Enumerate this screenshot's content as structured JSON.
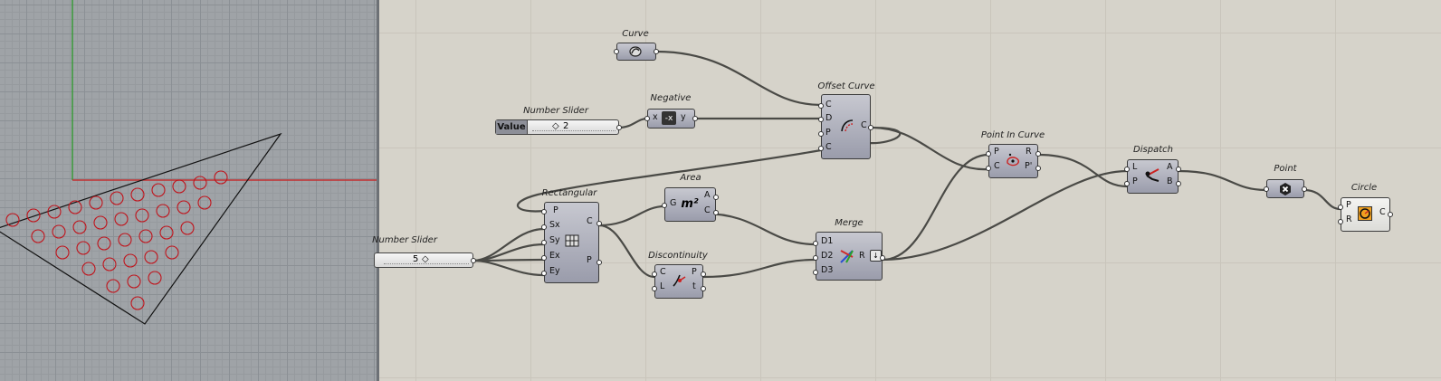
{
  "viewport": {
    "axis_colors": {
      "x": "#c23030",
      "y": "#3a9a3a"
    },
    "circle_color": "#c0141c"
  },
  "components": {
    "curve": {
      "title": "Curve"
    },
    "number_slider_1": {
      "title": "Number Slider",
      "label": "Value",
      "value": "2"
    },
    "negative": {
      "title": "Negative",
      "in": "x",
      "out": "y"
    },
    "offset_curve": {
      "title": "Offset Curve",
      "inputs": [
        "C",
        "D",
        "P",
        "C"
      ],
      "output": "C"
    },
    "rectangular": {
      "title": "Rectangular",
      "inputs": [
        "P",
        "Sx",
        "Sy",
        "Ex",
        "Ey"
      ],
      "outputs": [
        "C",
        "P"
      ]
    },
    "number_slider_2": {
      "title": "Number Slider",
      "value": "5"
    },
    "area": {
      "title": "Area",
      "input": "G",
      "outputs": [
        "A",
        "C"
      ]
    },
    "discontinuity": {
      "title": "Discontinuity",
      "inputs": [
        "C",
        "L"
      ],
      "outputs": [
        "P",
        "t"
      ]
    },
    "merge": {
      "title": "Merge",
      "inputs": [
        "D1",
        "D2",
        "D3"
      ],
      "output": "R"
    },
    "point_in_curve": {
      "title": "Point In Curve",
      "inputs": [
        "P",
        "C"
      ],
      "outputs": [
        "R",
        "P'"
      ]
    },
    "dispatch": {
      "title": "Dispatch",
      "inputs": [
        "L",
        "P"
      ],
      "outputs": [
        "A",
        "B"
      ]
    },
    "point": {
      "title": "Point"
    },
    "circle": {
      "title": "Circle",
      "inputs": [
        "P",
        "R"
      ],
      "output": "C"
    }
  }
}
